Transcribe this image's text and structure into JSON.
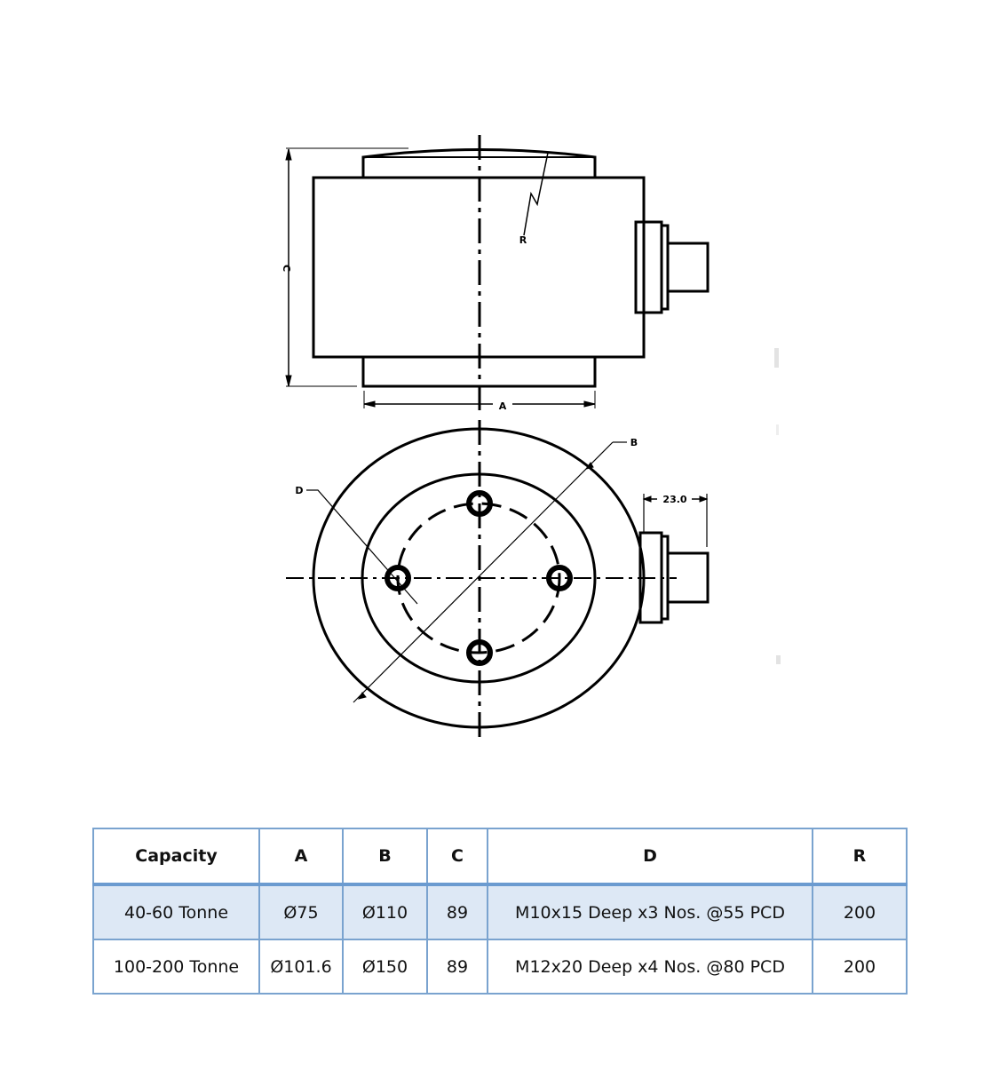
{
  "drawing": {
    "side_view": {
      "labels": {
        "height_dim": "C",
        "width_dim": "A",
        "radius": "R"
      }
    },
    "top_view": {
      "labels": {
        "outer_diameter": "B",
        "holes": "D",
        "connector_offset": "23.0"
      }
    },
    "line_color": "#000000"
  },
  "table": {
    "border_color": "#7aa3cf",
    "highlight_row_color": "#dde8f5",
    "headers": [
      "Capacity",
      "A",
      "B",
      "C",
      "D",
      "R"
    ],
    "rows": [
      [
        "40-60 Tonne",
        "Ø75",
        "Ø110",
        "89",
        "M10x15 Deep x3 Nos. @55 PCD",
        "200"
      ],
      [
        "100-200 Tonne",
        "Ø101.6",
        "Ø150",
        "89",
        "M12x20 Deep x4 Nos. @80 PCD",
        "200"
      ]
    ]
  }
}
